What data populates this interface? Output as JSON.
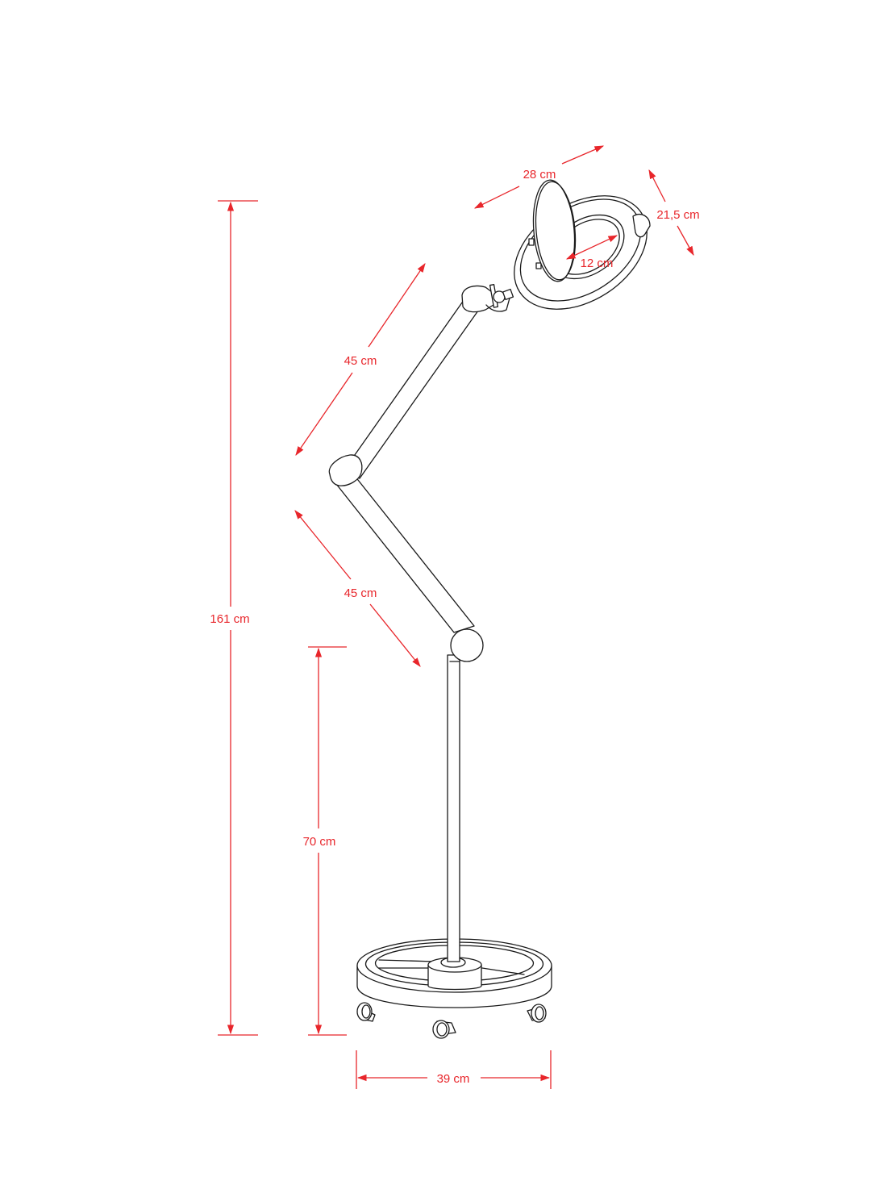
{
  "diagram": {
    "subject": "Magnifying floor lamp on wheeled base",
    "colors": {
      "dimension": "#e8262b",
      "outline": "#1a1a1a",
      "background": "#ffffff"
    },
    "dimensions": {
      "total_height": "161 cm",
      "pole_height": "70 cm",
      "lower_arm": "45 cm",
      "upper_arm": "45 cm",
      "head_width": "28 cm",
      "head_depth": "21,5 cm",
      "lens_diameter": "12 cm",
      "base_diameter": "39 cm"
    },
    "parts": [
      "magnifier-head",
      "lens-cover",
      "head-joint",
      "upper-arm",
      "elbow-joint",
      "lower-arm",
      "shoulder-joint",
      "pole",
      "base-ring",
      "caster-wheels"
    ]
  }
}
